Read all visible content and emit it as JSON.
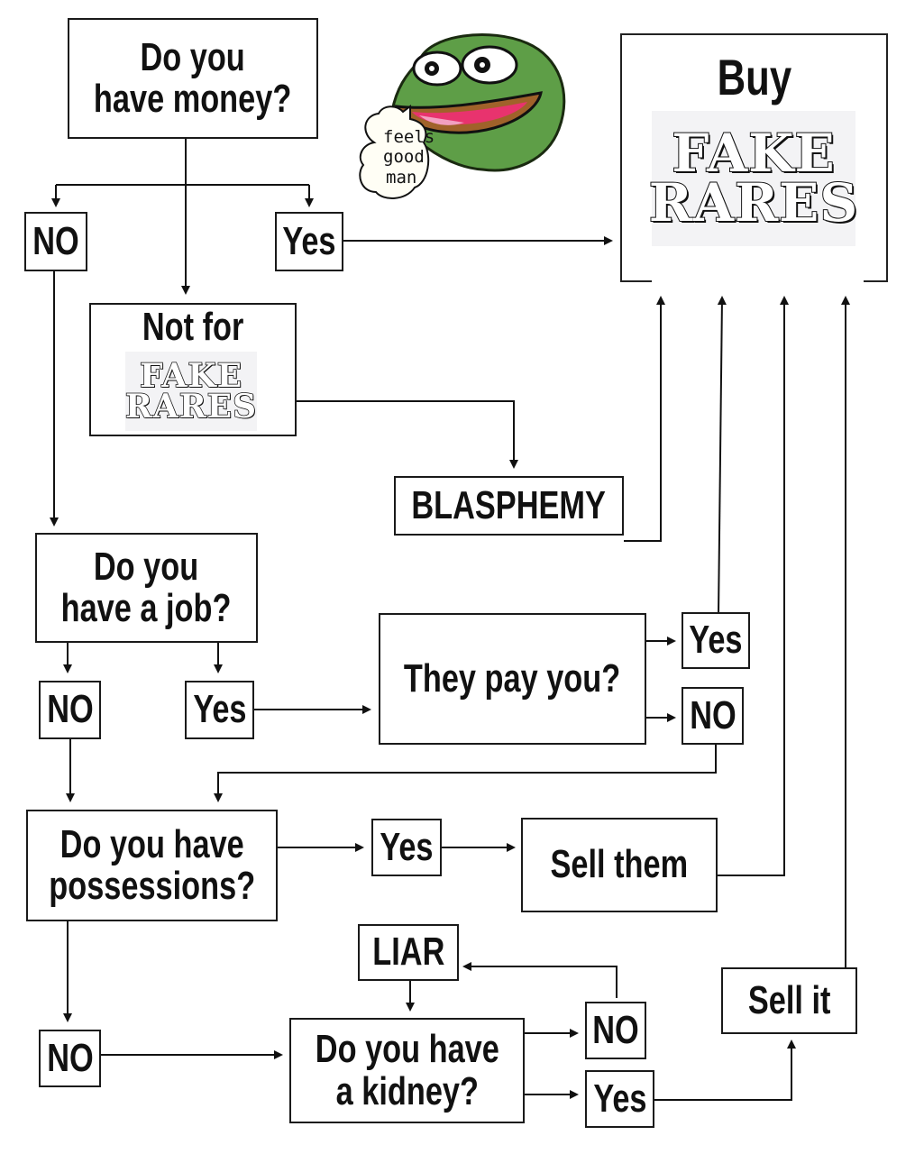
{
  "flowchart": {
    "nodes": {
      "money_question": "Do you have money?",
      "money_no": "NO",
      "money_yes": "Yes",
      "not_for": "Not for",
      "fake_rares_1": "FAKE",
      "fake_rares_2": "RARES",
      "blasphemy": "BLASPHEMY",
      "buy": "Buy",
      "job_question": "Do you have a job?",
      "job_no": "NO",
      "job_yes": "Yes",
      "pay_question": "They pay you?",
      "pay_yes": "Yes",
      "pay_no": "NO",
      "possessions_question": "Do you have possessions?",
      "possessions_yes": "Yes",
      "sell_them": "Sell them",
      "possessions_no": "NO",
      "liar": "LIAR",
      "kidney_question": "Do you have a kidney?",
      "kidney_no": "NO",
      "kidney_yes": "Yes",
      "sell_it": "Sell it"
    },
    "money_question_lines": [
      "Do you",
      "have money?"
    ],
    "job_question_lines": [
      "Do you",
      "have a job?"
    ],
    "possessions_question_lines": [
      "Do you have",
      "possessions?"
    ],
    "kidney_question_lines": [
      "Do you have",
      "a kidney?"
    ]
  },
  "meme_image": {
    "character": "pepe-frog",
    "speech_bubble_lines": [
      "feels",
      "good",
      "man"
    ],
    "colors": {
      "skin": "#5e9e47",
      "lips": "#a0622a",
      "tongue": "#e8336e"
    }
  }
}
